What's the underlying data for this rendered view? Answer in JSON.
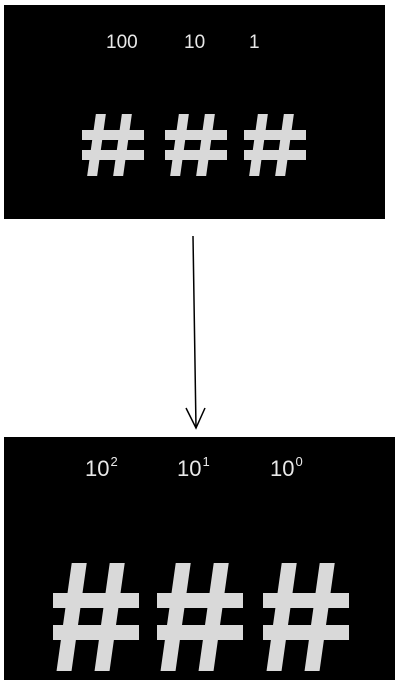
{
  "top_panel": {
    "place_values": [
      "100",
      "10",
      "1"
    ]
  },
  "bottom_panel": {
    "powers": [
      {
        "base": "10",
        "exponent": "2"
      },
      {
        "base": "10",
        "exponent": "1"
      },
      {
        "base": "10",
        "exponent": "0"
      }
    ]
  },
  "colors": {
    "panel_background": "#000000",
    "digit_symbol": "#d9d9d9",
    "label_text": "#e8e8e8",
    "arrow": "#000000"
  },
  "icons": {
    "digit_placeholder": "hash-icon",
    "transition": "arrow-down-icon"
  }
}
